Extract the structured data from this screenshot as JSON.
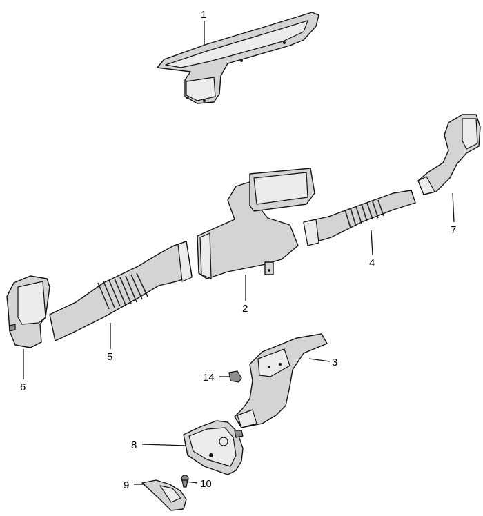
{
  "callouts": [
    {
      "id": "p1",
      "label": "1"
    },
    {
      "id": "p2",
      "label": "2"
    },
    {
      "id": "p3",
      "label": "3"
    },
    {
      "id": "p4",
      "label": "4"
    },
    {
      "id": "p5",
      "label": "5"
    },
    {
      "id": "p6",
      "label": "6"
    },
    {
      "id": "p7",
      "label": "7"
    },
    {
      "id": "p8",
      "label": "8"
    },
    {
      "id": "p9",
      "label": "9"
    },
    {
      "id": "p10",
      "label": "10"
    },
    {
      "id": "p14",
      "label": "14"
    }
  ]
}
